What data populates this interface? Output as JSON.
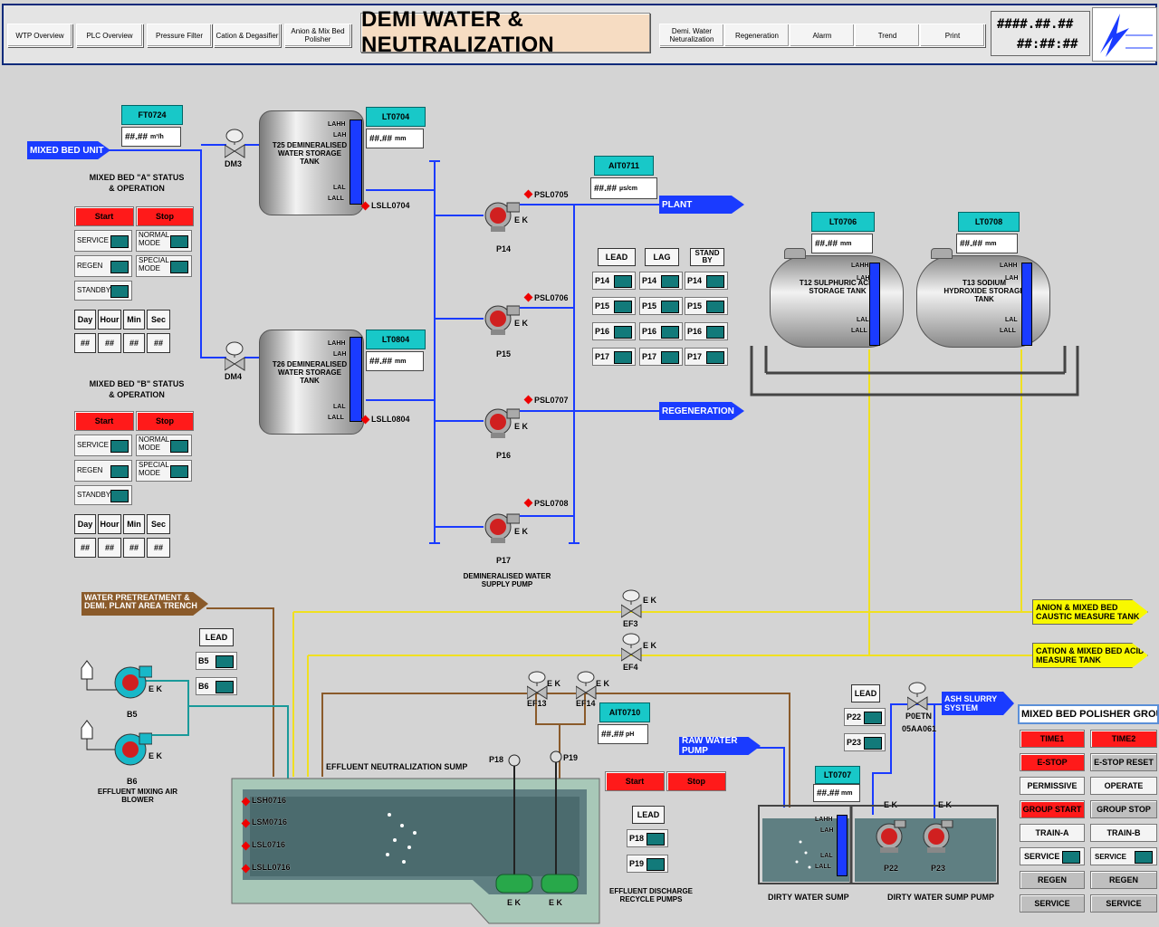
{
  "nav": {
    "left": [
      "WTP Overview",
      "PLC Overview",
      "Pressure Filter",
      "Cation & Degasifier",
      "Anion & Mix Bed Polisher"
    ],
    "right": [
      "Demi. Water Neturalization",
      "Regeneration",
      "Alarm",
      "Trend",
      "Print"
    ]
  },
  "title": "DEMI WATER & NEUTRALIZATION",
  "clock": {
    "date": "####.##.##",
    "time": "##:##:##"
  },
  "tags": {
    "ft0724": {
      "name": "FT0724",
      "value": "##.##",
      "unit": "m³/h"
    },
    "lt0704": {
      "name": "LT0704",
      "value": "##.##",
      "unit": "mm"
    },
    "lt0804": {
      "name": "LT0804",
      "value": "##.##",
      "unit": "mm"
    },
    "ait0711": {
      "name": "AIT0711",
      "value": "##.##",
      "unit": "µs/cm"
    },
    "lt0706": {
      "name": "LT0706",
      "value": "##.##",
      "unit": "mm"
    },
    "lt0708": {
      "name": "LT0708",
      "value": "##.##",
      "unit": "mm"
    },
    "ait0710": {
      "name": "AIT0710",
      "value": "##.##",
      "unit": "pH"
    },
    "lt0707": {
      "name": "LT0707",
      "value": "##.##",
      "unit": "mm"
    }
  },
  "streams": {
    "mixed_bed_unit": "MIXED BED UNIT",
    "plant": "PLANT",
    "regeneration": "REGENERATION",
    "water_pretreatment": "WATER PRETREATMENT & DEMI. PLANT AREA TRENCH",
    "anion_mixed": "ANION & MIXED BED CAUSTIC MEASURE TANK",
    "cation_mixed": "CATION & MIXED BED ACID MEASURE TANK",
    "raw_water_pump": "RAW WATER PUMP",
    "ash_slurry": "ASH SLURRY SYSTEM"
  },
  "tanks": {
    "t25": "T25 DEMINERALISED WATER STORAGE TANK",
    "t26": "T26 DEMINERALISED WATER STORAGE TANK",
    "t12": "T12 SULPHURIC ACID STORAGE TANK",
    "t13": "T13 SODIUM HYDROXIDE STORAGE TANK"
  },
  "level_switches": {
    "lahh": "LAHH",
    "lah": "LAH",
    "lal": "LAL",
    "lall": "LALL",
    "lsll0704": "LSLL0704",
    "lsll0804": "LSLL0804",
    "lsh0716": "LSH0716",
    "lsm0716": "LSM0716",
    "lsl0716": "LSL0716",
    "lsll0716": "LSLL0716"
  },
  "valves": {
    "dm3": "DM3",
    "dm4": "DM4",
    "ef3": "EF3",
    "ef4": "EF4",
    "ef13": "EF13",
    "ef14": "EF14",
    "poeth": "P0ETN",
    "poeth_id": "05AA061"
  },
  "pumps": {
    "p14": "P14",
    "p15": "P15",
    "p16": "P16",
    "p17": "P17",
    "psl0705": "PSL0705",
    "psl0706": "PSL0706",
    "psl0707": "PSL0707",
    "psl0708": "PSL0708",
    "supply_label": "DEMINERALISED WATER SUPPLY PUMP",
    "b5": "B5",
    "b6": "B6",
    "blower_label": "EFFLUENT MIXING AIR BLOWER",
    "p18": "P18",
    "p19": "P19",
    "p22": "P22",
    "p23": "P23"
  },
  "mb_a": {
    "title": "MIXED BED \"A\" STATUS & OPERATION",
    "start": "Start",
    "stop": "Stop",
    "service": "SERVICE",
    "normal_mode": "NORMAL MODE",
    "regen": "REGEN",
    "special_mode": "SPECIAL MODE",
    "standby": "STANDBY",
    "time_headers": [
      "Day",
      "Hour",
      "Min",
      "Sec"
    ],
    "time_values": [
      "##",
      "##",
      "##",
      "##"
    ]
  },
  "mb_b": {
    "title": "MIXED BED \"B\" STATUS & OPERATION",
    "start": "Start",
    "stop": "Stop",
    "service": "SERVICE",
    "normal_mode": "NORMAL MODE",
    "regen": "REGEN",
    "special_mode": "SPECIAL MODE",
    "standby": "STANDBY",
    "time_headers": [
      "Day",
      "Hour",
      "Min",
      "Sec"
    ],
    "time_values": [
      "##",
      "##",
      "##",
      "##"
    ]
  },
  "pump_select": {
    "headers": [
      "LEAD",
      "LAG",
      "STAND BY"
    ],
    "rows": [
      "P14",
      "P15",
      "P16",
      "P17"
    ]
  },
  "blower_select": {
    "lead": "LEAD",
    "rows": [
      "B5",
      "B6"
    ]
  },
  "recycle": {
    "start": "Start",
    "stop": "Stop",
    "lead": "LEAD",
    "rows": [
      "P18",
      "P19"
    ],
    "label": "EFFLUENT DISCHARGE RECYCLE PUMPS"
  },
  "dirty": {
    "lead": "LEAD",
    "rows": [
      "P22",
      "P23"
    ],
    "sump_label": "DIRTY WATER SUMP",
    "pump_label": "DIRTY WATER SUMP PUMP"
  },
  "effluent_label": "EFFLUENT NEUTRALIZATION SUMP",
  "ek": "E K",
  "mbp": {
    "title": "MIXED BED POLISHER GROUP",
    "time1": "TIME1",
    "time2": "TIME2",
    "estop": "E-STOP",
    "estop_reset": "E-STOP RESET",
    "permissive": "PERMISSIVE",
    "operate": "OPERATE",
    "group_start": "GROUP START",
    "group_stop": "GROUP STOP",
    "train_a": "TRAIN-A",
    "train_b": "TRAIN-B",
    "service_a": "SERVICE",
    "service_b": "SERVICE",
    "regen_a": "REGEN",
    "regen_b": "REGEN",
    "service2_a": "SERVICE",
    "service2_b": "SERVICE"
  },
  "colors": {
    "pipe_blue": "#1a3bff",
    "pipe_yellow": "#f0e020",
    "pipe_brown": "#8a5a2a",
    "tag_cyan": "#18c8c8",
    "alarm_red": "#ff1a1a",
    "indicator": "#127a7a"
  }
}
